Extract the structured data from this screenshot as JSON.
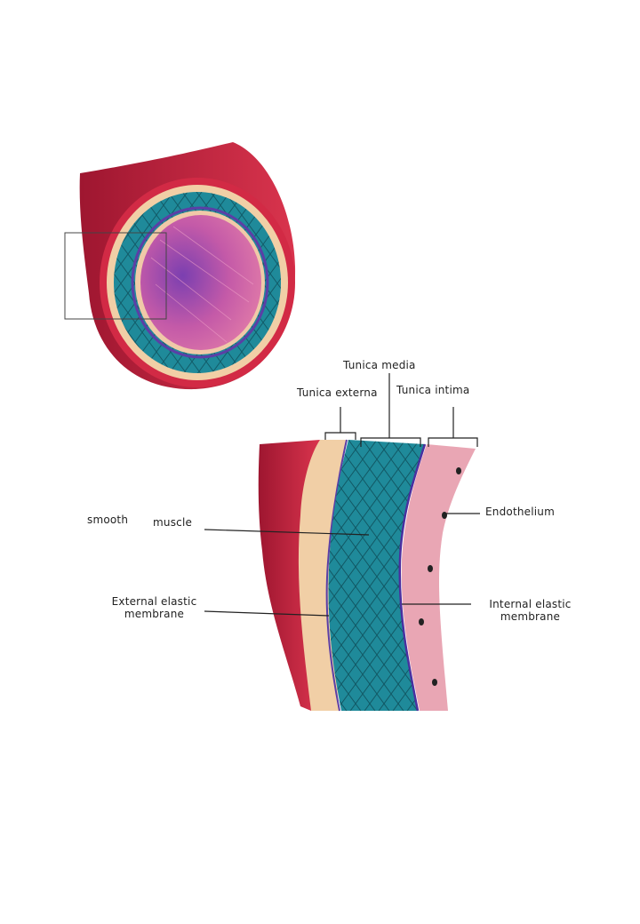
{
  "labels": {
    "tunica_media": "Tunica media",
    "tunica_externa": "Tunica externa",
    "tunica_intima": "Tunica intima",
    "smooth": "smooth",
    "muscle": "muscle",
    "endothelium": "Endothelium",
    "external_elastic_line1": "External elastic",
    "external_elastic_line2": "membrane",
    "internal_elastic_line1": "Internal elastic",
    "internal_elastic_line2": "membrane"
  },
  "colors": {
    "adventitia_red": "#c8263f",
    "adventitia_dark": "#9e1630",
    "externa_tan": "#f1cfa6",
    "media_teal": "#1f8a9a",
    "media_dark": "#14606e",
    "elastic_purple": "#5b3fa6",
    "intima_pink": "#e9a6b4",
    "lumen_purple": "#b04aa0",
    "leader_line": "#222222"
  }
}
